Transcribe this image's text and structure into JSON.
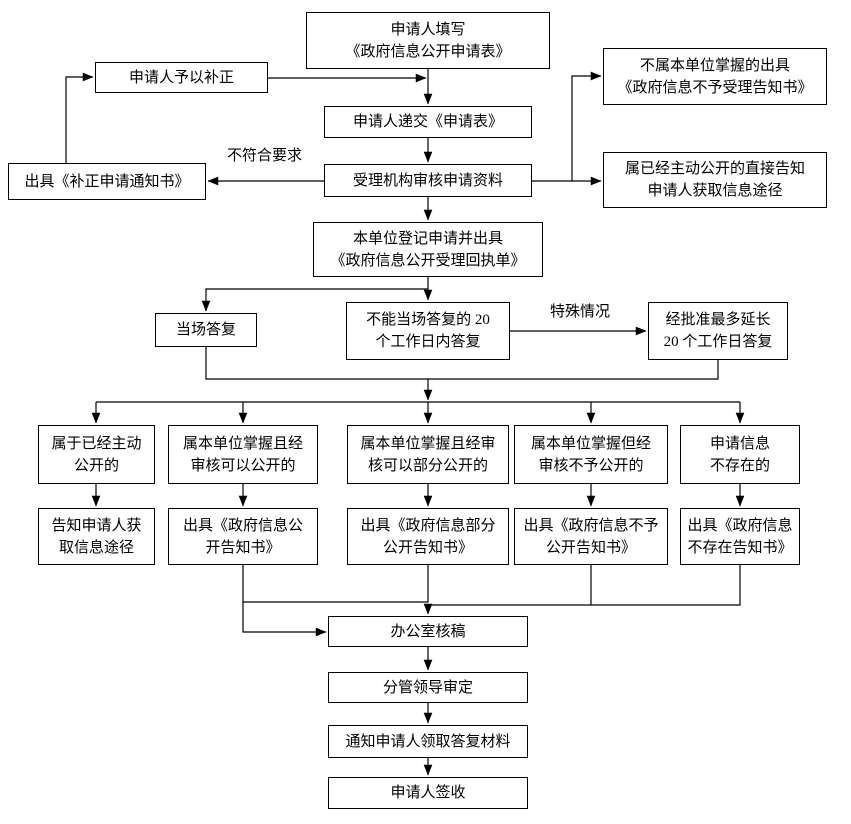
{
  "style": {
    "background": "#ffffff",
    "box_border": "#000000",
    "line_color": "#000000",
    "text_color": "#000000"
  },
  "nodes": {
    "fill_form": {
      "label": "申请人填写\n《政府信息公开申请表》"
    },
    "supplement": {
      "label": "申请人予以补正"
    },
    "not_held_notice": {
      "label": "不属本单位掌握的出具\n《政府信息不予受理告知书》"
    },
    "submit_form": {
      "label": "申请人递交《申请表》"
    },
    "issue_supplement_notice": {
      "label": "出具《补正申请通知书》"
    },
    "review_materials": {
      "label": "受理机构审核申请资料"
    },
    "already_public_inform": {
      "label": "属已经主动公开的直接告知\n申请人获取信息途径"
    },
    "register_receipt": {
      "label": "本单位登记申请并出具\n《政府信息公开受理回执单》"
    },
    "onspot_reply": {
      "label": "当场答复"
    },
    "reply_within_20": {
      "label": "不能当场答复的 20\n个工作日内答复"
    },
    "extend_20": {
      "label": "经批准最多延长\n20 个工作日答复"
    },
    "cat_already_public": {
      "label": "属于已经主动\n公开的"
    },
    "cat_can_public": {
      "label": "属本单位掌握且经\n审核可以公开的"
    },
    "cat_partial_public": {
      "label": "属本单位掌握且经审\n核可以部分公开的"
    },
    "cat_not_public": {
      "label": "属本单位掌握但经\n审核不予公开的"
    },
    "cat_not_exist": {
      "label": "申请信息\n不存在的"
    },
    "res_inform_way": {
      "label": "告知申请人获\n取信息途径"
    },
    "res_public_notice": {
      "label": "出具《政府信息公\n开告知书》"
    },
    "res_partial_notice": {
      "label": "出具《政府信息部分\n公开告知书》"
    },
    "res_not_public_notice": {
      "label": "出具《政府信息不予\n公开告知书》"
    },
    "res_not_exist_notice": {
      "label": "出具《政府信息\n不存在告知书》"
    },
    "office_review": {
      "label": "办公室核稿"
    },
    "leader_approve": {
      "label": "分管领导审定"
    },
    "notify_collect": {
      "label": "通知申请人领取答复材料"
    },
    "sign_receipt": {
      "label": "申请人签收"
    }
  },
  "edge_labels": {
    "not_meeting_requirements": "不符合要求",
    "special_case": "特殊情况"
  }
}
